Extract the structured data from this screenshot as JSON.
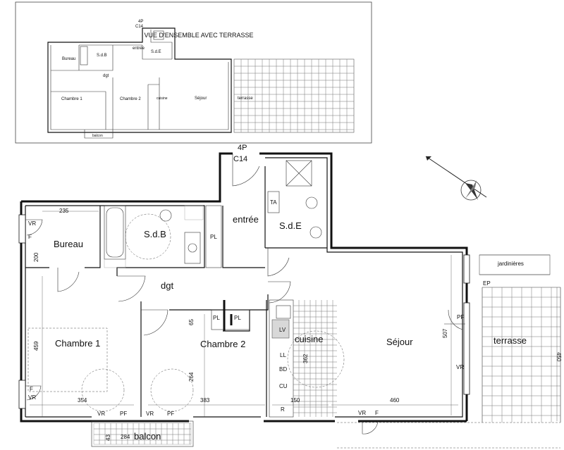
{
  "overview": {
    "title": "VUE D'ENSEMBLE AVEC TERRASSE",
    "code_4p": "4P",
    "code_c14": "C14",
    "labels": {
      "bureau": "Bureau",
      "sdb": "S.d.B",
      "dgt": "dgt",
      "sde": "S.d.E",
      "entree": "entrée",
      "chambre1": "Chambre 1",
      "chambre2": "Chambre 2",
      "cuisine": "cuisine",
      "sejour": "Séjour",
      "terrasse": "terrasse",
      "balcon": "balcon"
    }
  },
  "plan": {
    "code_4p": "4P",
    "code_c14": "C14",
    "rooms": {
      "bureau": "Bureau",
      "sdb": "S.d.B",
      "dgt": "dgt",
      "sde": "S.d.E",
      "entree": "entrée",
      "chambre1": "Chambre 1",
      "chambre2": "Chambre 2",
      "cuisine": "cuisine",
      "sejour": "Séjour",
      "terrasse": "terrasse",
      "balcon": "balcon",
      "jardinieres": "jardinières"
    },
    "fixtures": {
      "ta": "TA",
      "pl_entry": "PL",
      "pl_ch2": "PL",
      "pl_ch2_b": "PL",
      "lv": "LV",
      "ll": "LL",
      "bd": "BD",
      "cu": "CU",
      "r": "R",
      "ep": "EP",
      "vr_bureau": "VR",
      "f_bureau": "F",
      "f_ch1": "F",
      "vr_ch1": "VR",
      "vr_bal1": "VR",
      "pf_bal1": "PF",
      "vr_bal2": "VR",
      "pf_bal2": "PF",
      "vr_sej": "VR",
      "f_sej": "F",
      "pf_ter": "PF",
      "vr_ter": "VR"
    },
    "dimensions": {
      "bureau_width": "235",
      "bureau_depth": "200",
      "ch1_depth": "459",
      "ch1_width": "354",
      "ch2_width": "383",
      "ch2_depth": "264",
      "ch2_small": "65",
      "cuisine_depth": "362",
      "cuisine_width": "150",
      "sejour_width": "460",
      "sejour_depth": "507",
      "terrasse_depth": "450",
      "balcon_depth": "43",
      "balcon_width": "284"
    }
  }
}
